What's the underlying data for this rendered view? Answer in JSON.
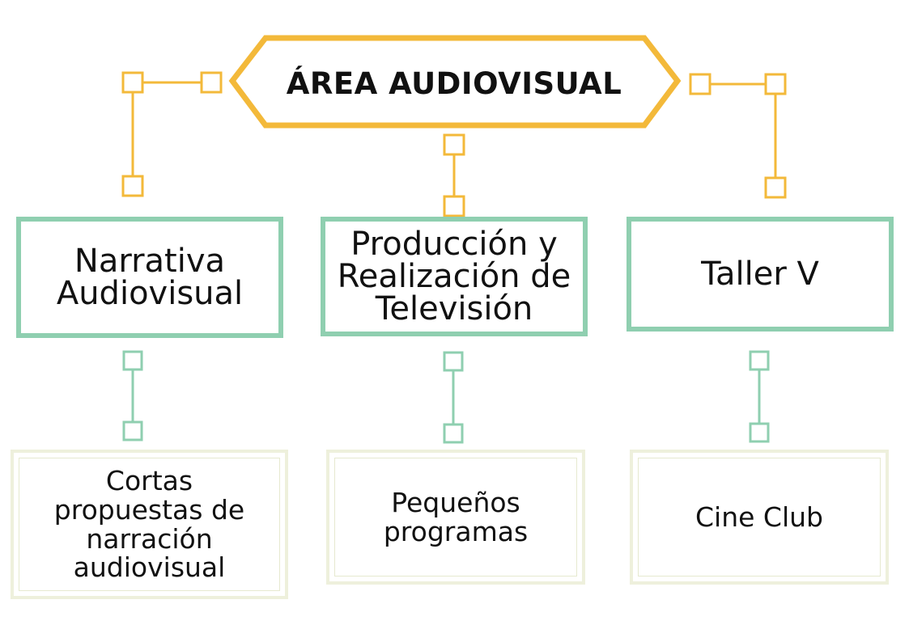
{
  "colors": {
    "title_border": "#f3b93a",
    "mid_border": "#8fcfb0",
    "leaf_border": "#eef0dc",
    "connector_top": "#f3b93a",
    "connector_mid": "#8fcfb0"
  },
  "title": "ÁREA AUDIOVISUAL",
  "areas": [
    {
      "name": "Narrativa\nAudiovisual",
      "child": "Cortas\npropuestas de\nnarración\naudiovisual"
    },
    {
      "name": "Producción y\nRealización de\nTelevisión",
      "child": "Pequeños\nprogramas"
    },
    {
      "name": "Taller V",
      "child": "Cine Club"
    }
  ]
}
